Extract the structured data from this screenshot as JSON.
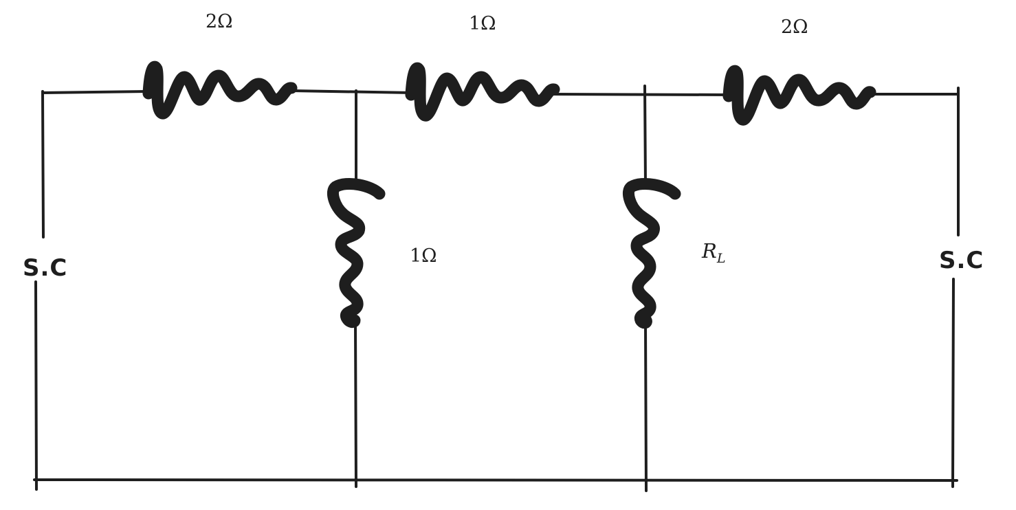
{
  "diagram": {
    "resistors": {
      "top_left": {
        "label": "2Ω"
      },
      "top_middle": {
        "label": "1Ω"
      },
      "top_right": {
        "label": "2Ω"
      },
      "shunt_left": {
        "label": "1Ω"
      },
      "load": {
        "label_main": "R",
        "label_sub": "L"
      }
    },
    "terminals": {
      "left": {
        "label": "S.C"
      },
      "right": {
        "label": "S.C"
      }
    },
    "colors": {
      "ink": "#1e1e1e",
      "background": "#ffffff"
    }
  }
}
